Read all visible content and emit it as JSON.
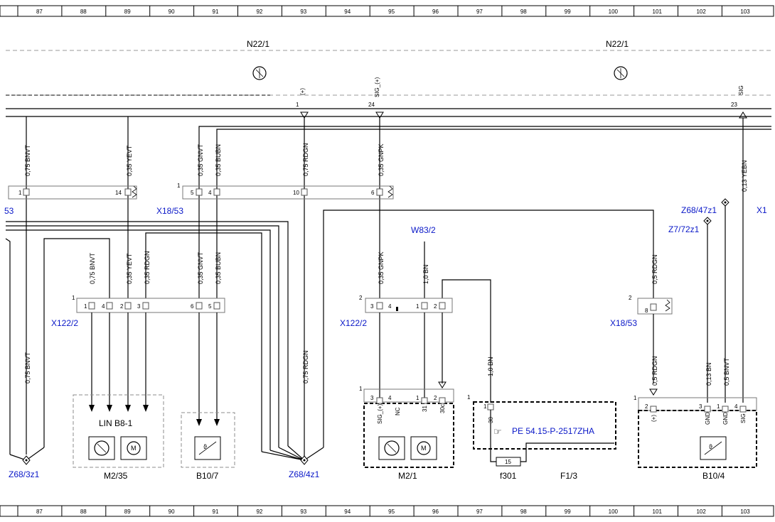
{
  "grid_columns": [
    "87",
    "88",
    "89",
    "90",
    "91",
    "92",
    "93",
    "94",
    "95",
    "96",
    "97",
    "98",
    "99",
    "100",
    "101",
    "102",
    "103"
  ],
  "labels": {
    "n22_left": "N22/1",
    "n22_right": "N22/1",
    "x18_53_partial": "53",
    "x18_53_top": "X18/53",
    "x18_53_right": "X18/53",
    "w83_2": "W83/2",
    "x122_2_left": "X122/2",
    "x122_2_mid": "X122/2",
    "z68_47z1": "Z68/47z1",
    "z7_72z1": "Z7/72z1",
    "x1_partial": "X1",
    "z68_3z1": "Z68/3z1",
    "z68_4z1": "Z68/4z1",
    "lin_b8": "LIN B8-1",
    "m2_35": "M2/35",
    "b10_7": "B10/7",
    "m2_1": "M2/1",
    "f301": "f301",
    "f1_3": "F1/3",
    "b10_4": "B10/4",
    "pe_ref": "PE 54.15-P-2517ZHA",
    "fuse_value": "15"
  },
  "wires": {
    "w_075bnvt": "0,75 BNVT",
    "w_035yevt": "0,35 YEVT",
    "w_035gnvt": "0,35 GNVT",
    "w_035bubn": "0,35 BUBN",
    "w_075rdgn": "0,75 RDGN",
    "w_035gnpk": "0,35 GNPK",
    "w_013yebn": "0,13 YEBN",
    "w_035rdgn": "0,35 RDGN",
    "w_10bn": "1,0 BN",
    "w_05rdgn": "0,5 RDGN",
    "w_013bn": "0,13 BN",
    "w_05bnvt": "0,5 BNVT"
  },
  "pins": {
    "sig_plus": "(+)",
    "sig_sig_plus": "SIG_(+)",
    "sig": "SIG",
    "nc": "NC",
    "p31": "31",
    "p30": "30",
    "p30c": "30c",
    "gnd": "GND",
    "one": "1",
    "two": "2",
    "three": "3",
    "four": "4",
    "five": "5",
    "six": "6",
    "eight": "8",
    "ten": "10",
    "fourteen": "14",
    "twentythree": "23",
    "twentyfour": "24"
  }
}
